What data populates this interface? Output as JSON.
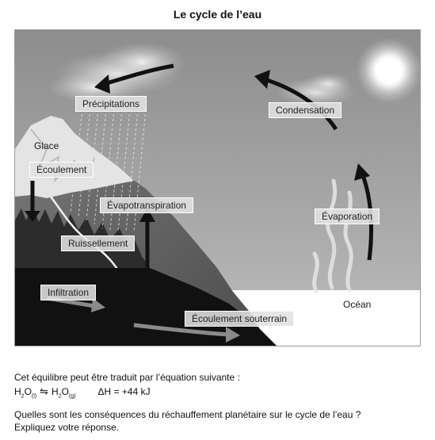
{
  "title": "Le cycle de l’eau",
  "diagram": {
    "labels": {
      "precipitations": "Précipitations",
      "condensation": "Condensation",
      "glace": "Glace",
      "ecoulement": "Écoulement",
      "evapotranspiration": "Évapotranspiration",
      "evaporation": "Évaporation",
      "ruissellement": "Ruissellement",
      "infiltration": "Infiltration",
      "ocean": "Océan",
      "ecoulement_souterrain": "Écoulement souterrain"
    }
  },
  "text": {
    "equilibre": "Cet équilibre peut être traduit par l’équation suivante :",
    "question_line1": "Quelles sont les conséquences du réchauffement planétaire sur le cycle de l’eau ?",
    "question_line2": "Expliquez votre réponse."
  },
  "equation": {
    "left_base": "H",
    "left_sub1": "2",
    "left_o": "O",
    "left_state": "(l)",
    "arrow": "⇋",
    "right_base": "H",
    "right_sub1": "2",
    "right_o": "O",
    "right_state": "(g)",
    "delta_h": "ΔH = +44 kJ"
  }
}
